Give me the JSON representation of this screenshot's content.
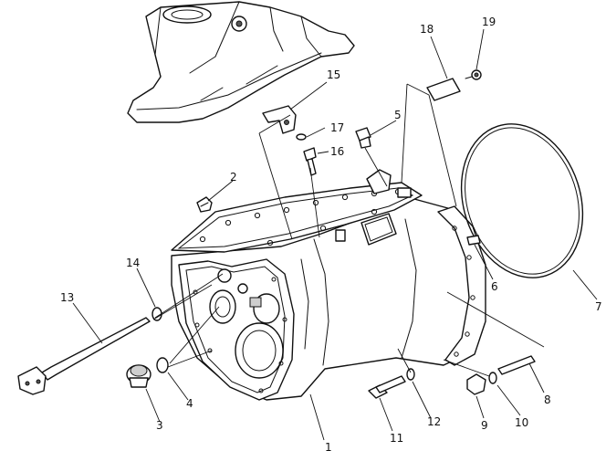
{
  "callouts": [
    {
      "id": "1",
      "label": "1",
      "part": "transmission-case"
    },
    {
      "id": "2",
      "label": "2",
      "part": "plug"
    },
    {
      "id": "3",
      "label": "3",
      "part": "drain-plug"
    },
    {
      "id": "4",
      "label": "4",
      "part": "o-ring"
    },
    {
      "id": "5",
      "label": "5",
      "part": "breather-plug"
    },
    {
      "id": "6",
      "label": "6",
      "part": "dowel-pin"
    },
    {
      "id": "7",
      "label": "7",
      "part": "large-o-ring"
    },
    {
      "id": "8",
      "label": "8",
      "part": "stud"
    },
    {
      "id": "9",
      "label": "9",
      "part": "nut"
    },
    {
      "id": "10",
      "label": "10",
      "part": "washer"
    },
    {
      "id": "11",
      "label": "11",
      "part": "bolt"
    },
    {
      "id": "12",
      "label": "12",
      "part": "washer"
    },
    {
      "id": "13",
      "label": "13",
      "part": "dipstick"
    },
    {
      "id": "14",
      "label": "14",
      "part": "o-ring"
    },
    {
      "id": "15",
      "label": "15",
      "part": "bracket"
    },
    {
      "id": "16",
      "label": "16",
      "part": "bolt"
    },
    {
      "id": "17",
      "label": "17",
      "part": "washer"
    },
    {
      "id": "18",
      "label": "18",
      "part": "cover-plate"
    },
    {
      "id": "19",
      "label": "19",
      "part": "screw"
    }
  ]
}
